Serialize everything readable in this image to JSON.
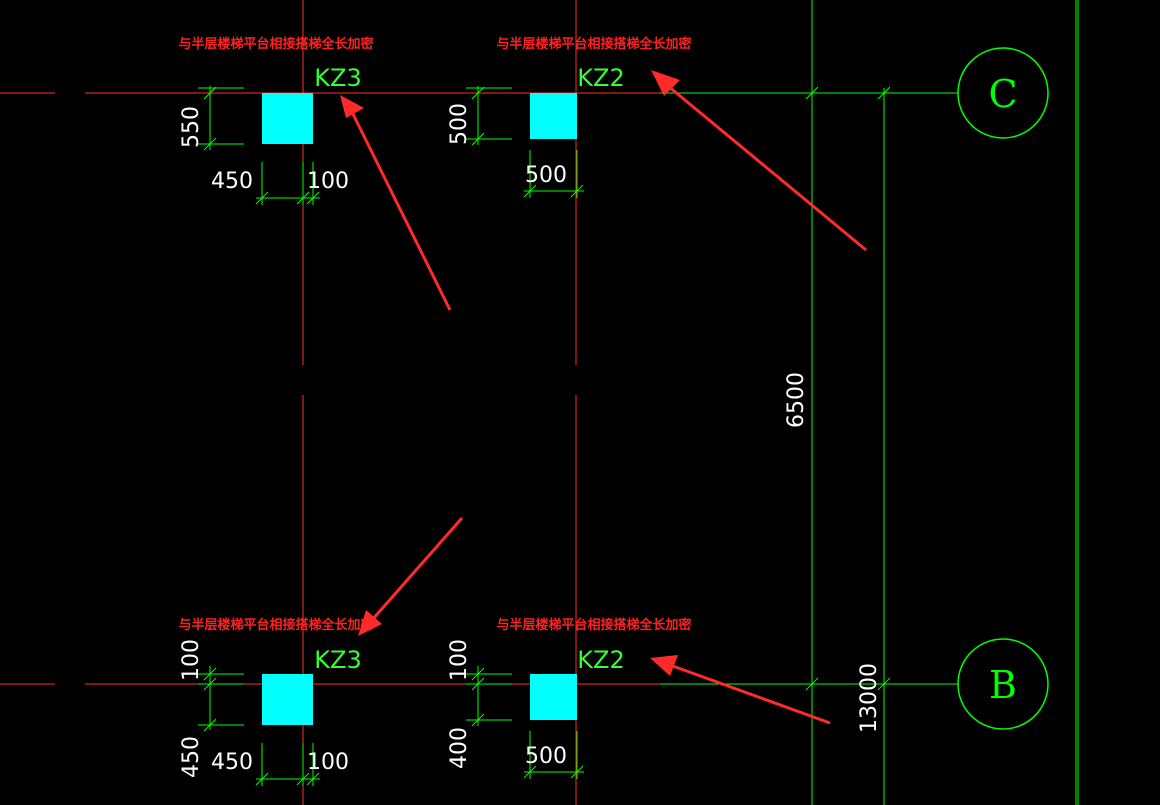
{
  "colors": {
    "background": "#000000",
    "gridline": "#ff2b2b",
    "column": "#00ffff",
    "dimension": "#00ff00",
    "annotation": "#ff2020",
    "dim_text": "#ffffff",
    "tag_text": "#33ff33",
    "arrow": "#ff2a2a"
  },
  "notes": {
    "top_left": "与半层楼梯平台相接搭梯全长加密",
    "top_right": "与半层楼梯平台相接搭梯全长加密",
    "bottom_left": "与半层楼梯平台相接搭梯全长加密",
    "bottom_right": "与半层楼梯平台相接搭梯全长加密"
  },
  "columns": {
    "top_left": "KZ3",
    "top_right": "KZ2",
    "bottom_left": "KZ3",
    "bottom_right": "KZ2"
  },
  "dimensions": {
    "tl_height": "550",
    "tl_left": "450",
    "tl_right": "100",
    "tr_height": "500",
    "tr_width": "500",
    "bl_top": "100",
    "bl_bottom": "450",
    "bl_left": "450",
    "bl_right": "100",
    "br_top": "100",
    "br_bottom": "400",
    "br_width": "500",
    "bay": "6500",
    "total": "13000"
  },
  "axes": {
    "upper": "C",
    "lower": "B"
  }
}
